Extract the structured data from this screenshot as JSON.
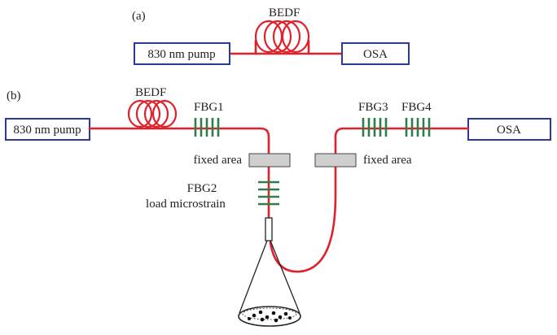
{
  "panel_a": {
    "label": "(a)",
    "bedf_label": "BEDF",
    "pump_label": "830 nm pump",
    "osa_label": "OSA"
  },
  "panel_b": {
    "label": "(b)",
    "bedf_label": "BEDF",
    "fbg1_label": "FBG1",
    "fbg3_label": "FBG3",
    "fbg4_label": "FBG4",
    "pump_label": "830 nm pump",
    "osa_label": "OSA",
    "fixed_area_left": "fixed area",
    "fixed_area_right": "fixed area",
    "fbg2_label": "FBG2",
    "load_label": "load microstrain"
  },
  "colors": {
    "fiber": "#e0202a",
    "box_border": "#2b3a9a",
    "grating": "#2e7d4a",
    "clamp": "#cfcfcf"
  }
}
